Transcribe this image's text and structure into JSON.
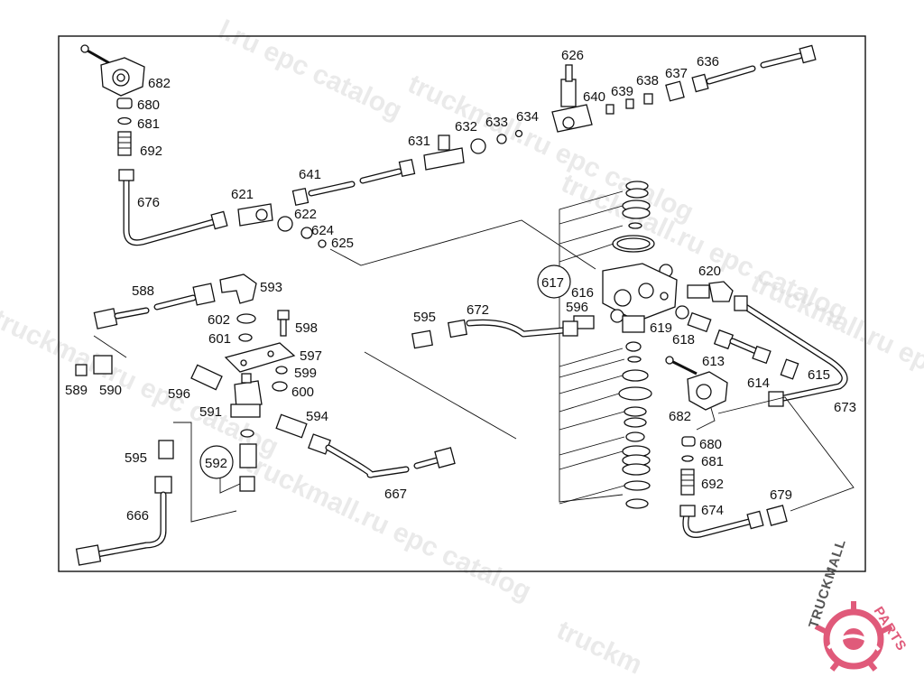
{
  "watermark": {
    "text": "truckmall.ru epc catalog",
    "text_short": "l.ru epc catalog",
    "text_tail": "truckm"
  },
  "logo": {
    "brand_dark": "TRUCKMALL",
    "brand_accent": "PARTS",
    "accent_color": "#e05a7a",
    "dark_color": "#555555"
  },
  "diagram": {
    "callouts": {
      "c682a": "682",
      "c680a": "680",
      "c681a": "681",
      "c692a": "692",
      "c676": "676",
      "c626": "626",
      "c636": "636",
      "c637": "637",
      "c638": "638",
      "c639": "639",
      "c640": "640",
      "c631": "631",
      "c632": "632",
      "c633": "633",
      "c634": "634",
      "c641": "641",
      "c621": "621",
      "c622": "622",
      "c624": "624",
      "c625": "625",
      "c617": "617",
      "c616": "616",
      "c620": "620",
      "c596a": "596",
      "c619": "619",
      "c618": "618",
      "c588": "588",
      "c593": "593",
      "c602": "602",
      "c598": "598",
      "c601": "601",
      "c597": "597",
      "c599": "599",
      "c600": "600",
      "c589": "589",
      "c590": "590",
      "c596b": "596",
      "c591": "591",
      "c594": "594",
      "c595a": "595",
      "c672": "672",
      "c595b": "595",
      "c592": "592",
      "c666": "666",
      "c667": "667",
      "c613": "613",
      "c614": "614",
      "c615": "615",
      "c673": "673",
      "c682b": "682",
      "c680b": "680",
      "c681b": "681",
      "c692b": "692",
      "c674": "674",
      "c679": "679"
    }
  }
}
